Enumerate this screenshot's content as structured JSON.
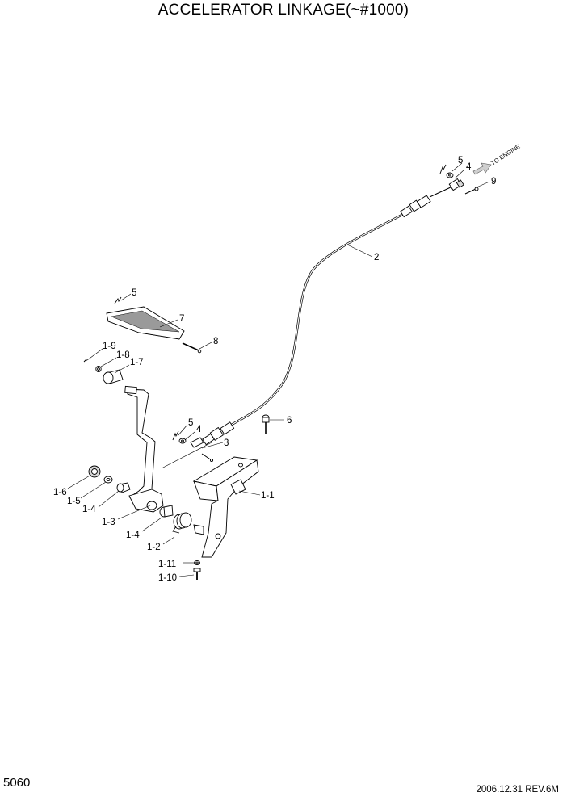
{
  "title": "ACCELERATOR LINKAGE(~#1000)",
  "page_number": "5060",
  "revision": "2006.12.31 REV.6M",
  "direction_label": "TO ENGINE",
  "callouts": {
    "c1": "5",
    "c2": "4",
    "c3": "9",
    "c4": "2",
    "c5": "5",
    "c6": "7",
    "c7": "8",
    "c8": "1-9",
    "c9": "1-8",
    "c10": "1-7",
    "c11": "5",
    "c12": "4",
    "c13": "3",
    "c14": "6",
    "c15": "1-1",
    "c16": "1-6",
    "c17": "1-5",
    "c18": "1-4",
    "c19": "1-3",
    "c20": "1-4",
    "c21": "1-2",
    "c22": "1-11",
    "c23": "1-10"
  }
}
